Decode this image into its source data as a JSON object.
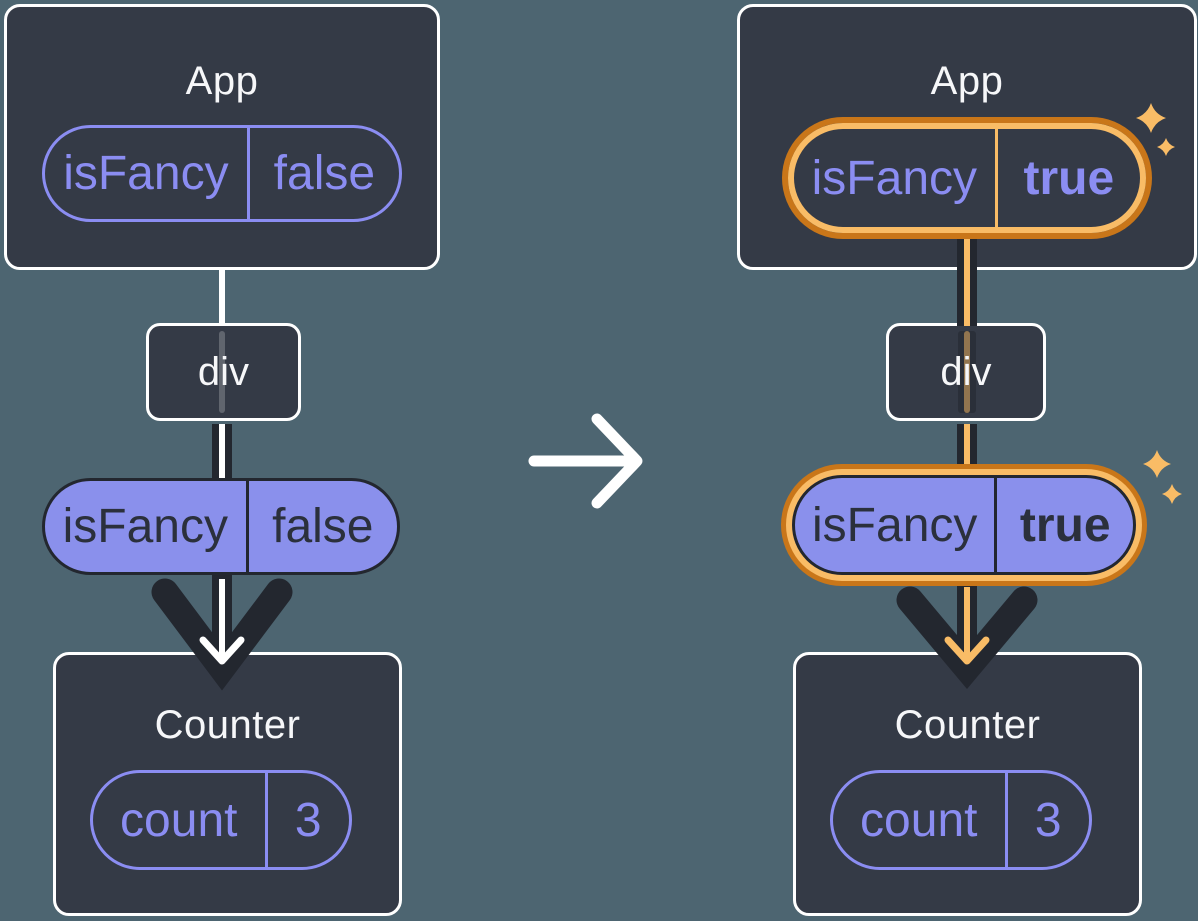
{
  "meaning": "React state flow diagram: App passes isFancy down through div to Counter; before and after state change",
  "before": {
    "app": {
      "title": "App",
      "state": {
        "name": "isFancy",
        "value": "false"
      }
    },
    "div_label": "div",
    "prop": {
      "name": "isFancy",
      "value": "false"
    },
    "counter": {
      "title": "Counter",
      "state": {
        "name": "count",
        "value": "3"
      }
    }
  },
  "after": {
    "app": {
      "title": "App",
      "state": {
        "name": "isFancy",
        "value": "true"
      }
    },
    "div_label": "div",
    "prop": {
      "name": "isFancy",
      "value": "true"
    },
    "counter": {
      "title": "Counter",
      "state": {
        "name": "count",
        "value": "3"
      }
    }
  },
  "icons": {
    "transition_arrow": "arrow-right-icon",
    "flow_arrow": "arrow-down-icon",
    "highlight": "sparkle-icon"
  },
  "colors": {
    "page_background": "#4d6571",
    "box_background": "#343a46",
    "box_border": "#ffffff",
    "purple": "#8b8df2",
    "purple_fill": "#8a90ec",
    "dark_line": "#23272f",
    "dark_text_on_purple": "#2b303c",
    "highlight_light": "#f9bc66",
    "highlight_dark": "#c97619"
  }
}
